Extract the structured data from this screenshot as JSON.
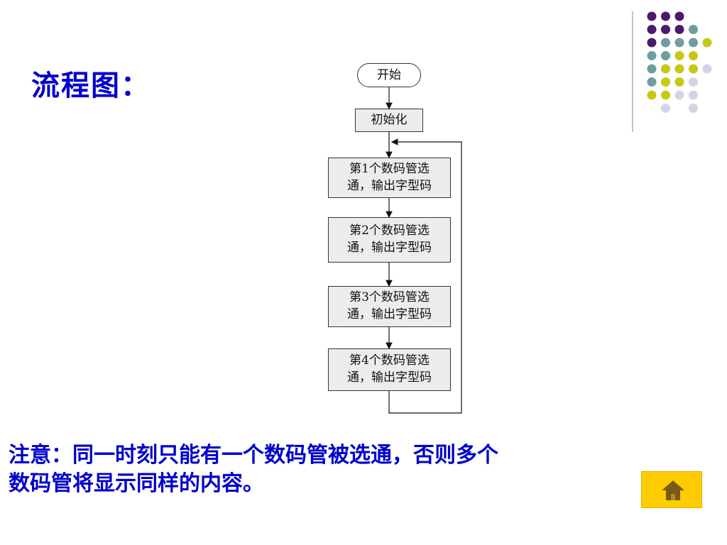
{
  "slide": {
    "title": "流程图：",
    "note_line1": "注意：同一时刻只能有一个数码管被选通，否则多个",
    "note_line2": "数码管将显示同样的内容。"
  },
  "flowchart": {
    "start": "开始",
    "init": "初始化",
    "steps": [
      {
        "line1": "第1个数码管选",
        "line2": "通，输出字型码"
      },
      {
        "line1": "第2个数码管选",
        "line2": "通，输出字型码"
      },
      {
        "line1": "第3个数码管选",
        "line2": "通，输出字型码"
      },
      {
        "line1": "第4个数码管选",
        "line2": "通，输出字型码"
      }
    ]
  },
  "colors": {
    "title": "#0000cc",
    "dot_purple": "#4b1a6e",
    "dot_teal": "#6f9e9e",
    "dot_yellow": "#c8c814",
    "dot_lavender": "#d4d4e6",
    "home_button": "#ffcc00"
  },
  "home_button": {
    "icon": "home-icon"
  }
}
